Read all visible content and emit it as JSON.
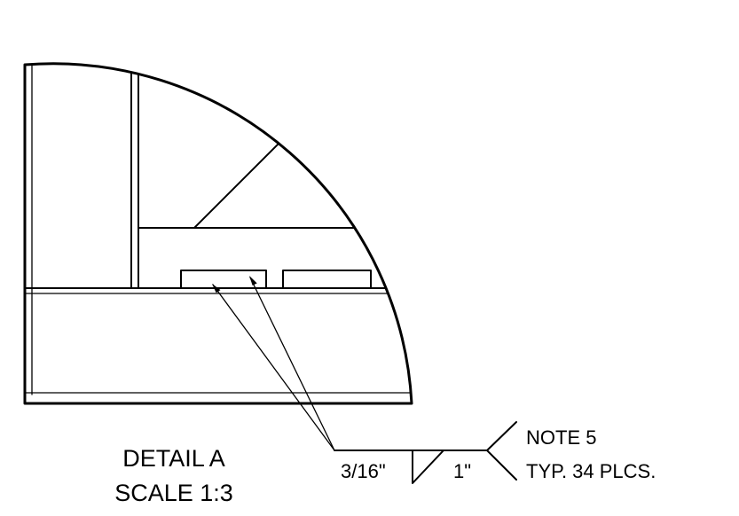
{
  "detail": {
    "title": "DETAIL A",
    "scale": "SCALE 1:3"
  },
  "weld_symbol": {
    "size": "3/16\"",
    "length": "1\"",
    "note": "NOTE 5",
    "quantity": "TYP. 34 PLCS."
  }
}
